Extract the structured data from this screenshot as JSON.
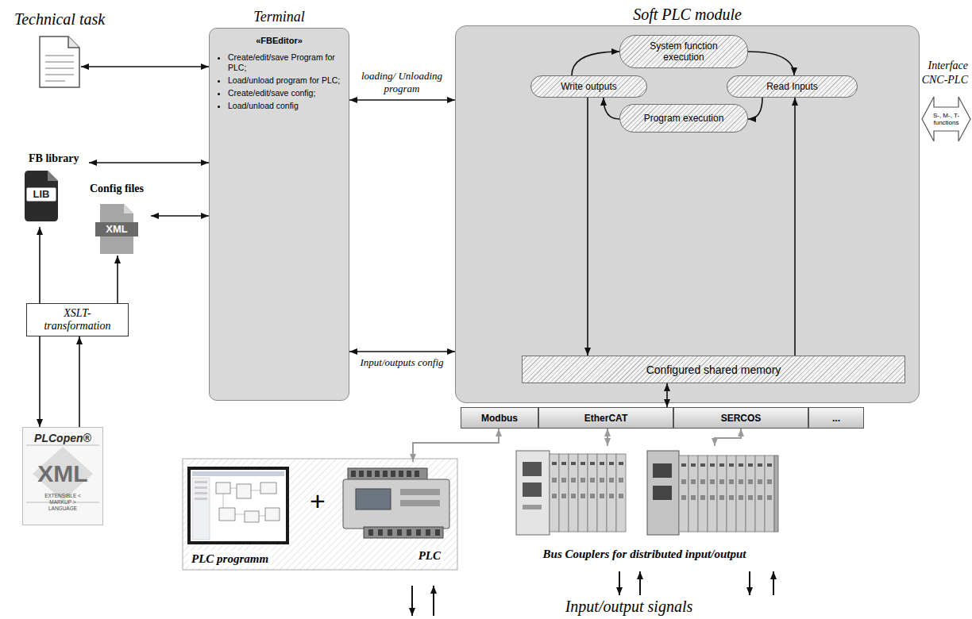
{
  "diagram": {
    "nodes": [
      {
        "text": [
          "Technical task"
        ]
      },
      {
        "text": [
          "Terminal",
          "«FBEditor»",
          "Create/edit/save Program for PLC;",
          "Load/unload program for PLC;",
          "Create/edit/save config;",
          "Load/unload config"
        ]
      },
      {
        "text": [
          "FB library",
          "LIB"
        ]
      },
      {
        "text": [
          "Config files",
          "XML"
        ]
      },
      {
        "text": [
          "XSLT- transformation"
        ]
      },
      {
        "text": [
          "PLCopen®",
          "XML",
          "EXTENSIBLE < MARKUP > LANGUAGE"
        ]
      },
      {
        "text": [
          "Soft PLC module"
        ]
      },
      {
        "text": [
          "System function execution"
        ],
        "in": 6
      },
      {
        "text": [
          "Write outputs"
        ],
        "in": 6
      },
      {
        "text": [
          "Read Inputs"
        ],
        "in": 6
      },
      {
        "text": [
          "Program execution"
        ],
        "in": 6
      },
      {
        "text": [
          "Configured shared memory"
        ],
        "in": 6
      },
      {
        "text": [
          "Interface CNC-PLC",
          "S-, M-, T-functions"
        ]
      },
      {
        "text": [
          "Modbus"
        ]
      },
      {
        "text": [
          "EtherCAT"
        ]
      },
      {
        "text": [
          "SERCOS"
        ]
      },
      {
        "text": [
          "..."
        ]
      },
      {
        "text": [
          "PLC programm"
        ]
      },
      {
        "text": [
          "PLC"
        ]
      },
      {
        "text": [
          "Bus Couplers for distributed input/output"
        ]
      }
    ],
    "edges": [
      {
        "from": 0,
        "to": 1,
        "arrow": "both"
      },
      {
        "from": 2,
        "to": 1,
        "arrow": "both"
      },
      {
        "from": 3,
        "to": 1,
        "arrow": "both"
      },
      {
        "from": 4,
        "to": 2,
        "arrow": "to"
      },
      {
        "from": 4,
        "to": 3,
        "arrow": "to"
      },
      {
        "from": 4,
        "to": 5,
        "arrow": "to"
      },
      {
        "from": 5,
        "to": 4,
        "arrow": "to"
      },
      {
        "from": 1,
        "to": 6,
        "label": "loading/ Unloading program",
        "arrow": "both"
      },
      {
        "from": 1,
        "to": 6,
        "label": "Input/outputs config",
        "arrow": "both"
      },
      {
        "from": 7,
        "to": 9,
        "arrow": "to"
      },
      {
        "from": 9,
        "to": 10,
        "arrow": "to"
      },
      {
        "from": 10,
        "to": 8,
        "arrow": "to"
      },
      {
        "from": 8,
        "to": 7,
        "arrow": "to"
      },
      {
        "from": 8,
        "to": 11,
        "arrow": "to"
      },
      {
        "from": 11,
        "to": 9,
        "arrow": "to"
      },
      {
        "from": 11,
        "to": 14,
        "arrow": "both"
      },
      {
        "from": 13,
        "to": 18,
        "arrow": "both"
      },
      {
        "from": 14,
        "to": 19,
        "arrow": "both"
      },
      {
        "from": 15,
        "to": 19,
        "arrow": "both"
      }
    ],
    "labels": [
      "+",
      "Input/output signals"
    ]
  }
}
